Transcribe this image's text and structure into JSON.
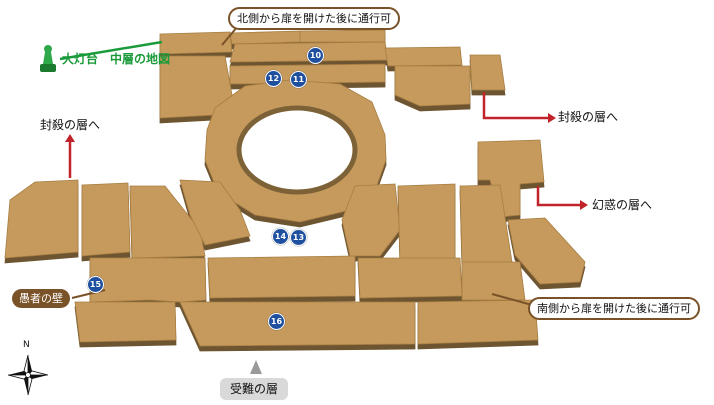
{
  "map_title": {
    "lighthouse": "大灯台",
    "floor": "中層の地図"
  },
  "callouts": {
    "north_door": "北側から扉を開けた後に通行可",
    "south_door": "南側から扉を開けた後に通行可"
  },
  "exits": {
    "seal_right": "封殺の層へ",
    "seal_left": "封殺の層へ",
    "illusion": "幻惑の層へ",
    "trial": "受難の層"
  },
  "wall_tag": "愚者の壁",
  "markers": [
    "10",
    "11",
    "12",
    "13",
    "14",
    "15",
    "16"
  ],
  "compass": {
    "north": "N"
  },
  "colors": {
    "floor": "#c69a5c",
    "shadow": "#7d6237",
    "green": "#1a9a3a",
    "red": "#c0242a",
    "brown": "#7a5228",
    "marker": "#1f4f9f"
  }
}
